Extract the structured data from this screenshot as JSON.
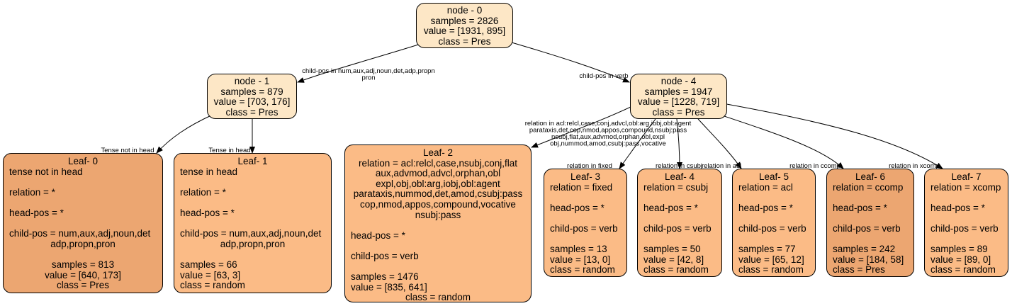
{
  "colors": {
    "light": "#fde7c6",
    "medium": "#fbbb86",
    "dark": "#eca671",
    "edge": "#000000"
  },
  "nodes": {
    "node0": {
      "lines": [
        "node - 0",
        "samples = 2826",
        "value = [1931, 895]",
        "class = Pres"
      ]
    },
    "node1": {
      "lines": [
        "node - 1",
        "samples = 879",
        "value = [703, 176]",
        "class = Pres"
      ]
    },
    "node4": {
      "lines": [
        "node - 4",
        "samples = 1947",
        "value = [1228, 719]",
        "class = Pres"
      ]
    }
  },
  "leaves": {
    "leaf0": {
      "title": "Leaf- 0",
      "lines": [
        "tense not in head",
        "",
        "relation = *",
        "",
        "head-pos = *",
        "",
        "child-pos = num,aux,adj,noun,det",
        "adp,propn,pron",
        "",
        "samples = 813",
        "value = [640, 173]",
        "class = Pres"
      ]
    },
    "leaf1": {
      "title": "Leaf- 1",
      "lines": [
        "tense in head",
        "",
        "relation = *",
        "",
        "head-pos = *",
        "",
        "child-pos = num,aux,adj,noun,det",
        "adp,propn,pron",
        "",
        "samples = 66",
        "value = [63, 3]",
        "class = random"
      ]
    },
    "leaf2": {
      "title": "Leaf- 2",
      "lines": [
        "relation = acl:relcl,case,nsubj,conj,flat",
        "aux,advmod,advcl,orphan,obl",
        "expl,obj,obl:arg,iobj,obl:agent",
        "parataxis,nummod,det,amod,csubj:pass",
        "cop,nmod,appos,compound,vocative",
        "nsubj:pass",
        "",
        "head-pos = *",
        "",
        "child-pos = verb",
        "",
        "samples = 1476",
        "value = [835, 641]",
        "class = random"
      ]
    },
    "leaf3": {
      "title": "Leaf- 3",
      "lines": [
        "relation = fixed",
        "",
        "head-pos = *",
        "",
        "child-pos = verb",
        "",
        "samples = 13",
        "value = [13, 0]",
        "class = random"
      ]
    },
    "leaf4": {
      "title": "Leaf- 4",
      "lines": [
        "relation = csubj",
        "",
        "head-pos = *",
        "",
        "child-pos = verb",
        "",
        "samples = 50",
        "value = [42, 8]",
        "class = random"
      ]
    },
    "leaf5": {
      "title": "Leaf- 5",
      "lines": [
        "relation = acl",
        "",
        "head-pos = *",
        "",
        "child-pos = verb",
        "",
        "samples = 77",
        "value = [65, 12]",
        "class = random"
      ]
    },
    "leaf6": {
      "title": "Leaf- 6",
      "lines": [
        "relation = ccomp",
        "",
        "head-pos = *",
        "",
        "child-pos = verb",
        "",
        "samples = 242",
        "value = [184, 58]",
        "class = Pres"
      ]
    },
    "leaf7": {
      "title": "Leaf- 7",
      "lines": [
        "relation = xcomp",
        "",
        "head-pos = *",
        "",
        "child-pos = verb",
        "",
        "samples = 89",
        "value = [89, 0]",
        "class = random"
      ]
    }
  },
  "edges": {
    "e0_1": [
      "child-pos in num,aux,adj,noun,det,adp,propn",
      "pron"
    ],
    "e0_4": [
      "child-pos in verb"
    ],
    "e1_l0": [
      "Tense not in head"
    ],
    "e1_l1": [
      "Tense in head"
    ],
    "e4_l2": [
      "relation in acl:relcl,case,conj,advcl,obl:arg,iobj,obl:agent",
      "parataxis,det,cop,nmod,appos,compound,nsubj:pass",
      "nsubj,flat,aux,advmod,orphan,obl,expl",
      "obj,nummod,amod,csubj:pass,vocative"
    ],
    "e4_l3": [
      "relation in fixed"
    ],
    "e4_l4": [
      "relation in csubj"
    ],
    "e4_l5": [
      "relation in acl"
    ],
    "e4_l6": [
      "relation in ccomp"
    ],
    "e4_l7": [
      "relation in xcomp"
    ]
  }
}
